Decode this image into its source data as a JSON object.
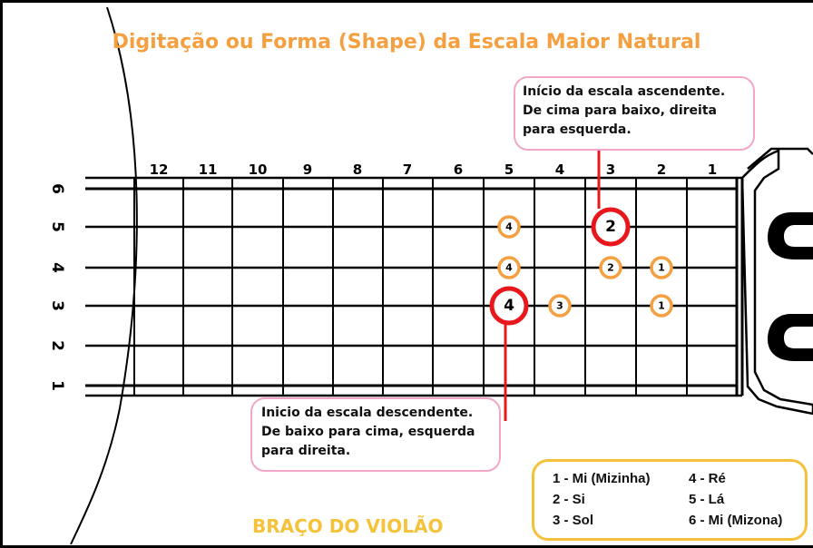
{
  "title": "Digitação ou Forma (Shape) da Escala Maior Natural",
  "note_ascending": {
    "lines": [
      "Início da escala ascendente.",
      "De cima para baixo, direita",
      "para esquerda."
    ]
  },
  "note_descending": {
    "lines": [
      "Inicio da escala descendente.",
      "De baixo para cima, esquerda",
      "para direita."
    ]
  },
  "fret_numbers": [
    "12",
    "11",
    "10",
    "9",
    "8",
    "7",
    "6",
    "5",
    "4",
    "3",
    "2",
    "1"
  ],
  "string_numbers": [
    "6",
    "5",
    "4",
    "3",
    "2",
    "1"
  ],
  "finger_markers": [
    {
      "string": 5,
      "fret": 5,
      "finger": "4",
      "highlight": false
    },
    {
      "string": 5,
      "fret": 3,
      "finger": "2",
      "highlight": true
    },
    {
      "string": 4,
      "fret": 5,
      "finger": "4",
      "highlight": false
    },
    {
      "string": 4,
      "fret": 3,
      "finger": "2",
      "highlight": false
    },
    {
      "string": 4,
      "fret": 2,
      "finger": "1",
      "highlight": false
    },
    {
      "string": 3,
      "fret": 5,
      "finger": "4",
      "highlight": true
    },
    {
      "string": 3,
      "fret": 4,
      "finger": "3",
      "highlight": false
    },
    {
      "string": 3,
      "fret": 2,
      "finger": "1",
      "highlight": false
    }
  ],
  "legend": {
    "items": [
      "1 - Mi (Mizinha)",
      "2 - Si",
      "3 - Sol",
      "4 - Ré",
      "5 - Lá",
      "6 - Mi (Mizona)"
    ]
  },
  "bottom_label": "BRAÇO DO VIOLÃO",
  "colors": {
    "title": "#F5A040",
    "marker": "#F5A040",
    "highlight": "#E8171C",
    "note_border": "#F2A6C8",
    "legend_border": "#F5C03C",
    "bottom_label": "#F5C23A"
  }
}
